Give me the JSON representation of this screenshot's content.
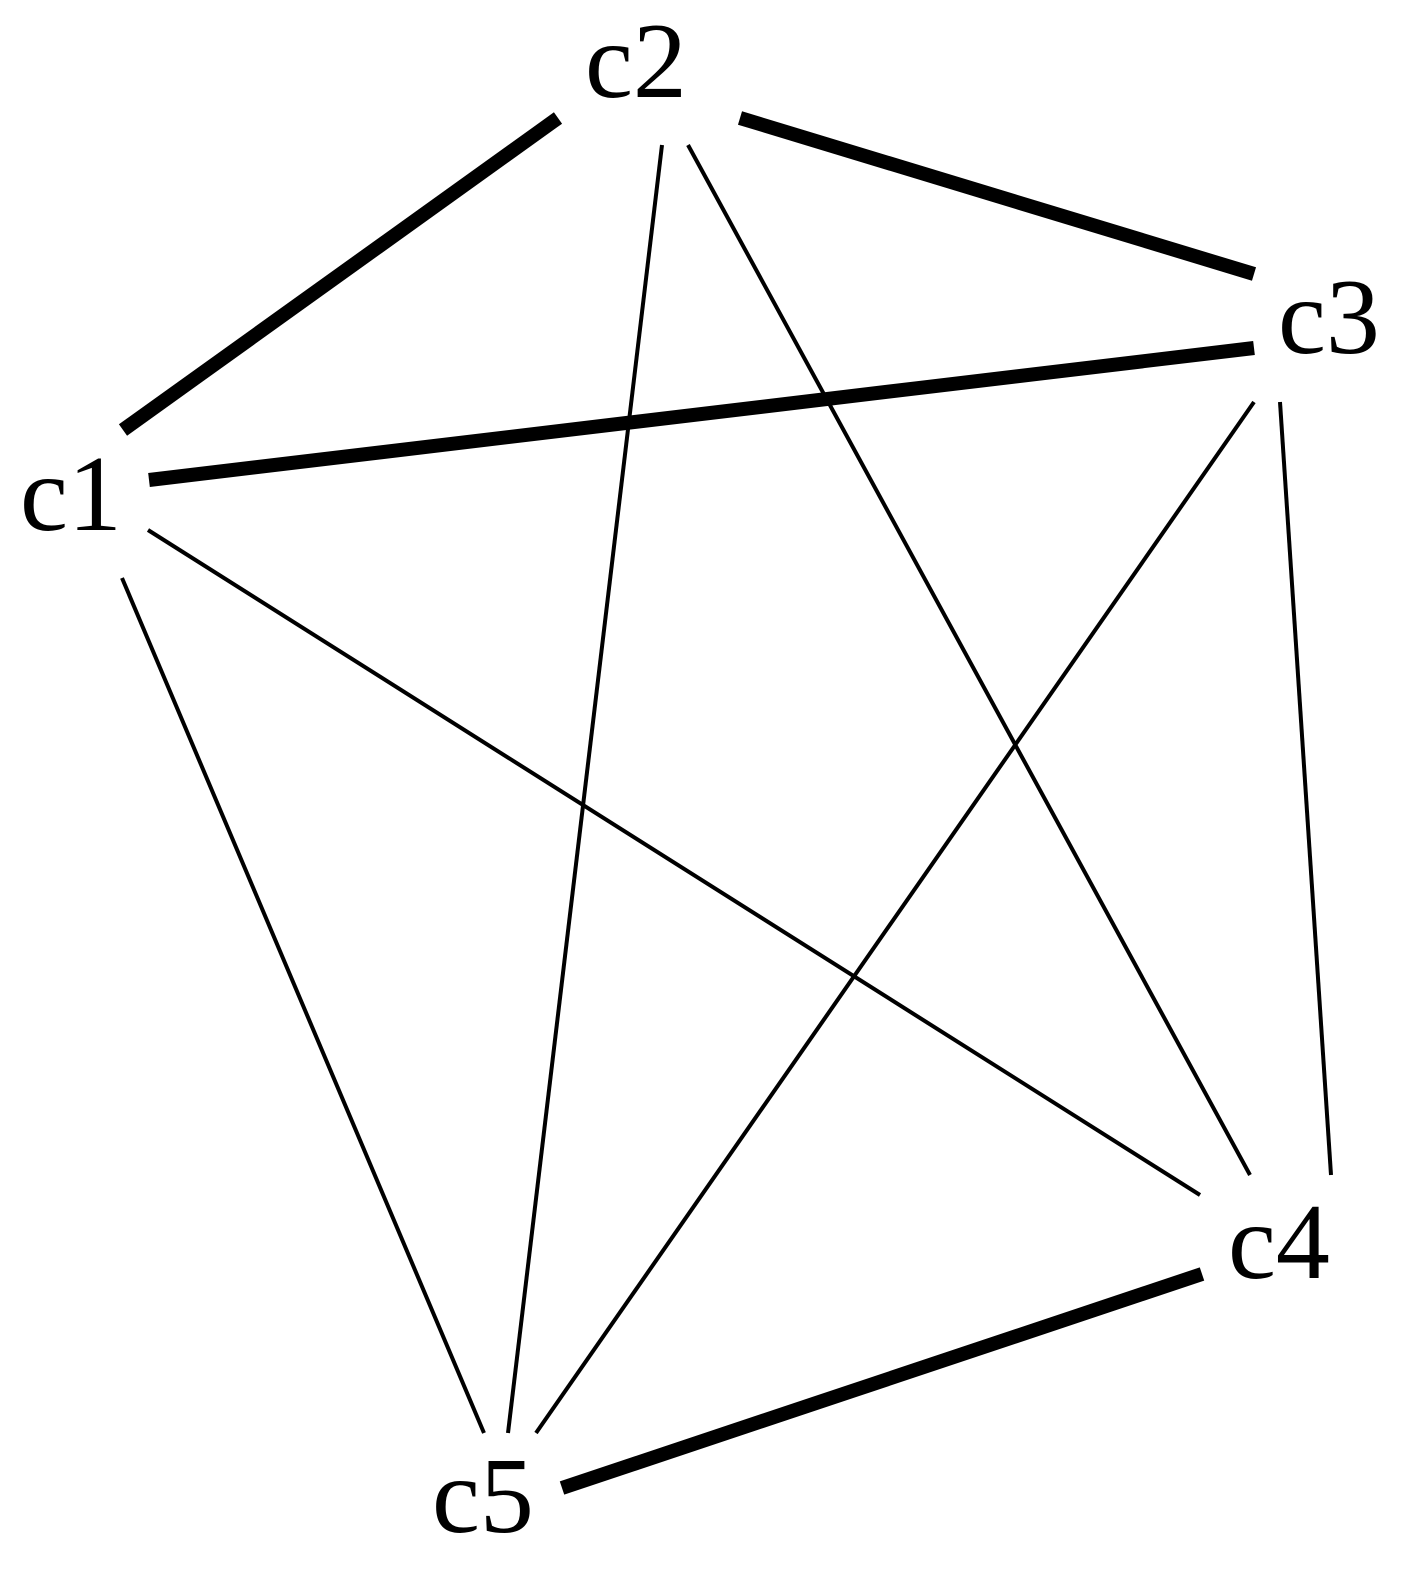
{
  "diagram": {
    "type": "complete-graph",
    "edge_color": "#000000",
    "nodes": [
      {
        "id": "c1",
        "label": "c1"
      },
      {
        "id": "c2",
        "label": "c2"
      },
      {
        "id": "c3",
        "label": "c3"
      },
      {
        "id": "c4",
        "label": "c4"
      },
      {
        "id": "c5",
        "label": "c5"
      }
    ],
    "edges": [
      {
        "from": "c1",
        "to": "c2",
        "weight": "thick"
      },
      {
        "from": "c2",
        "to": "c3",
        "weight": "thick"
      },
      {
        "from": "c1",
        "to": "c3",
        "weight": "thick"
      },
      {
        "from": "c4",
        "to": "c5",
        "weight": "thick"
      },
      {
        "from": "c2",
        "to": "c5",
        "weight": "thin"
      },
      {
        "from": "c2",
        "to": "c4",
        "weight": "thin"
      },
      {
        "from": "c3",
        "to": "c5",
        "weight": "thin"
      },
      {
        "from": "c3",
        "to": "c4",
        "weight": "thin"
      },
      {
        "from": "c1",
        "to": "c4",
        "weight": "thin"
      },
      {
        "from": "c1",
        "to": "c5",
        "weight": "thin"
      }
    ]
  }
}
